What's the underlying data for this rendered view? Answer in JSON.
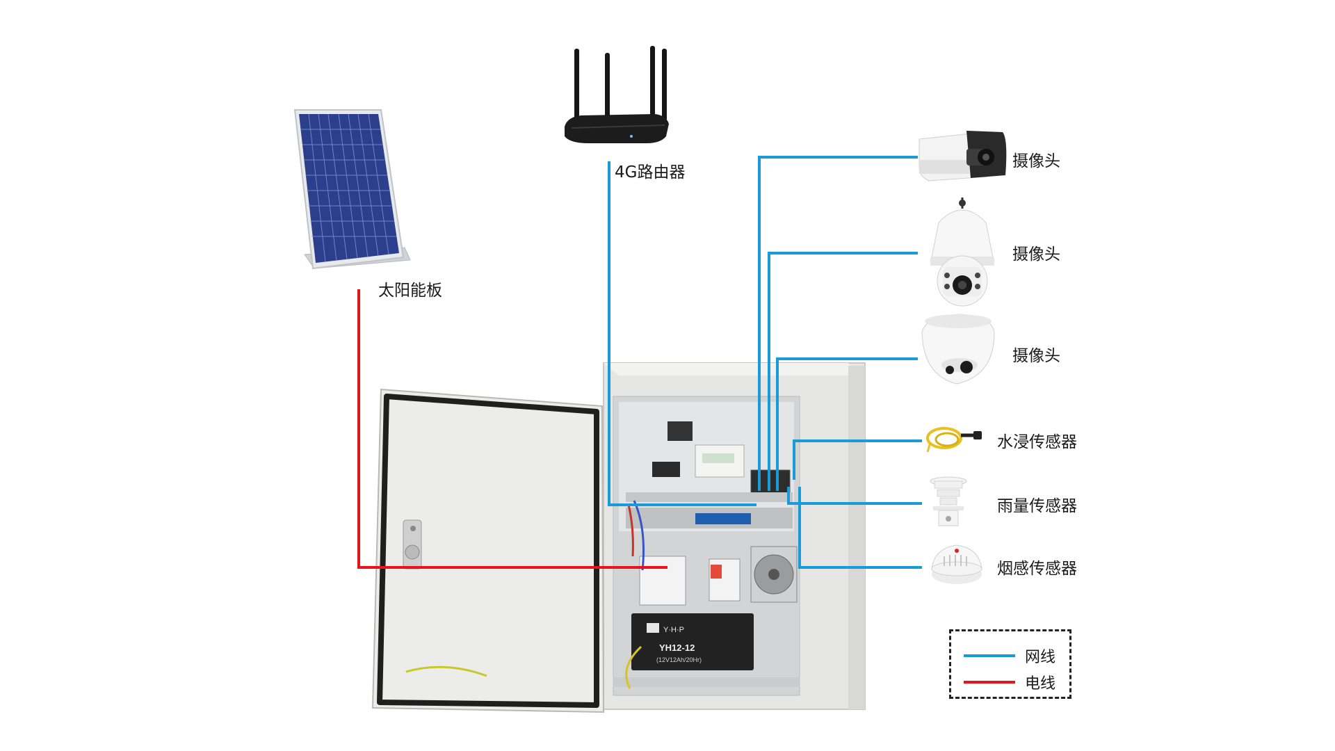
{
  "colors": {
    "network_line": "#1a9ad6",
    "power_line": "#e8141c",
    "cabinet": "#ececea",
    "solar_cell": "#2b3f8c"
  },
  "devices": {
    "solar_panel": {
      "label": "太阳能板",
      "icon": "solar-panel-icon"
    },
    "router": {
      "label": "4G路由器",
      "icon": "router-icon"
    },
    "camera_bullet": {
      "label": "摄像头",
      "icon": "bullet-camera-icon"
    },
    "camera_ptz": {
      "label": "摄像头",
      "icon": "ptz-dome-camera-icon"
    },
    "camera_dome": {
      "label": "摄像头",
      "icon": "dome-camera-icon"
    },
    "water_sensor": {
      "label": "水浸传感器",
      "icon": "water-sensor-icon"
    },
    "rain_sensor": {
      "label": "雨量传感器",
      "icon": "rain-sensor-icon"
    },
    "smoke_sensor": {
      "label": "烟感传感器",
      "icon": "smoke-sensor-icon"
    }
  },
  "battery": {
    "brand": "Y·H·P",
    "model": "YH12-12",
    "spec": "(12V12Ah/20Hr)"
  },
  "legend": {
    "network": "网线",
    "power": "电线"
  }
}
